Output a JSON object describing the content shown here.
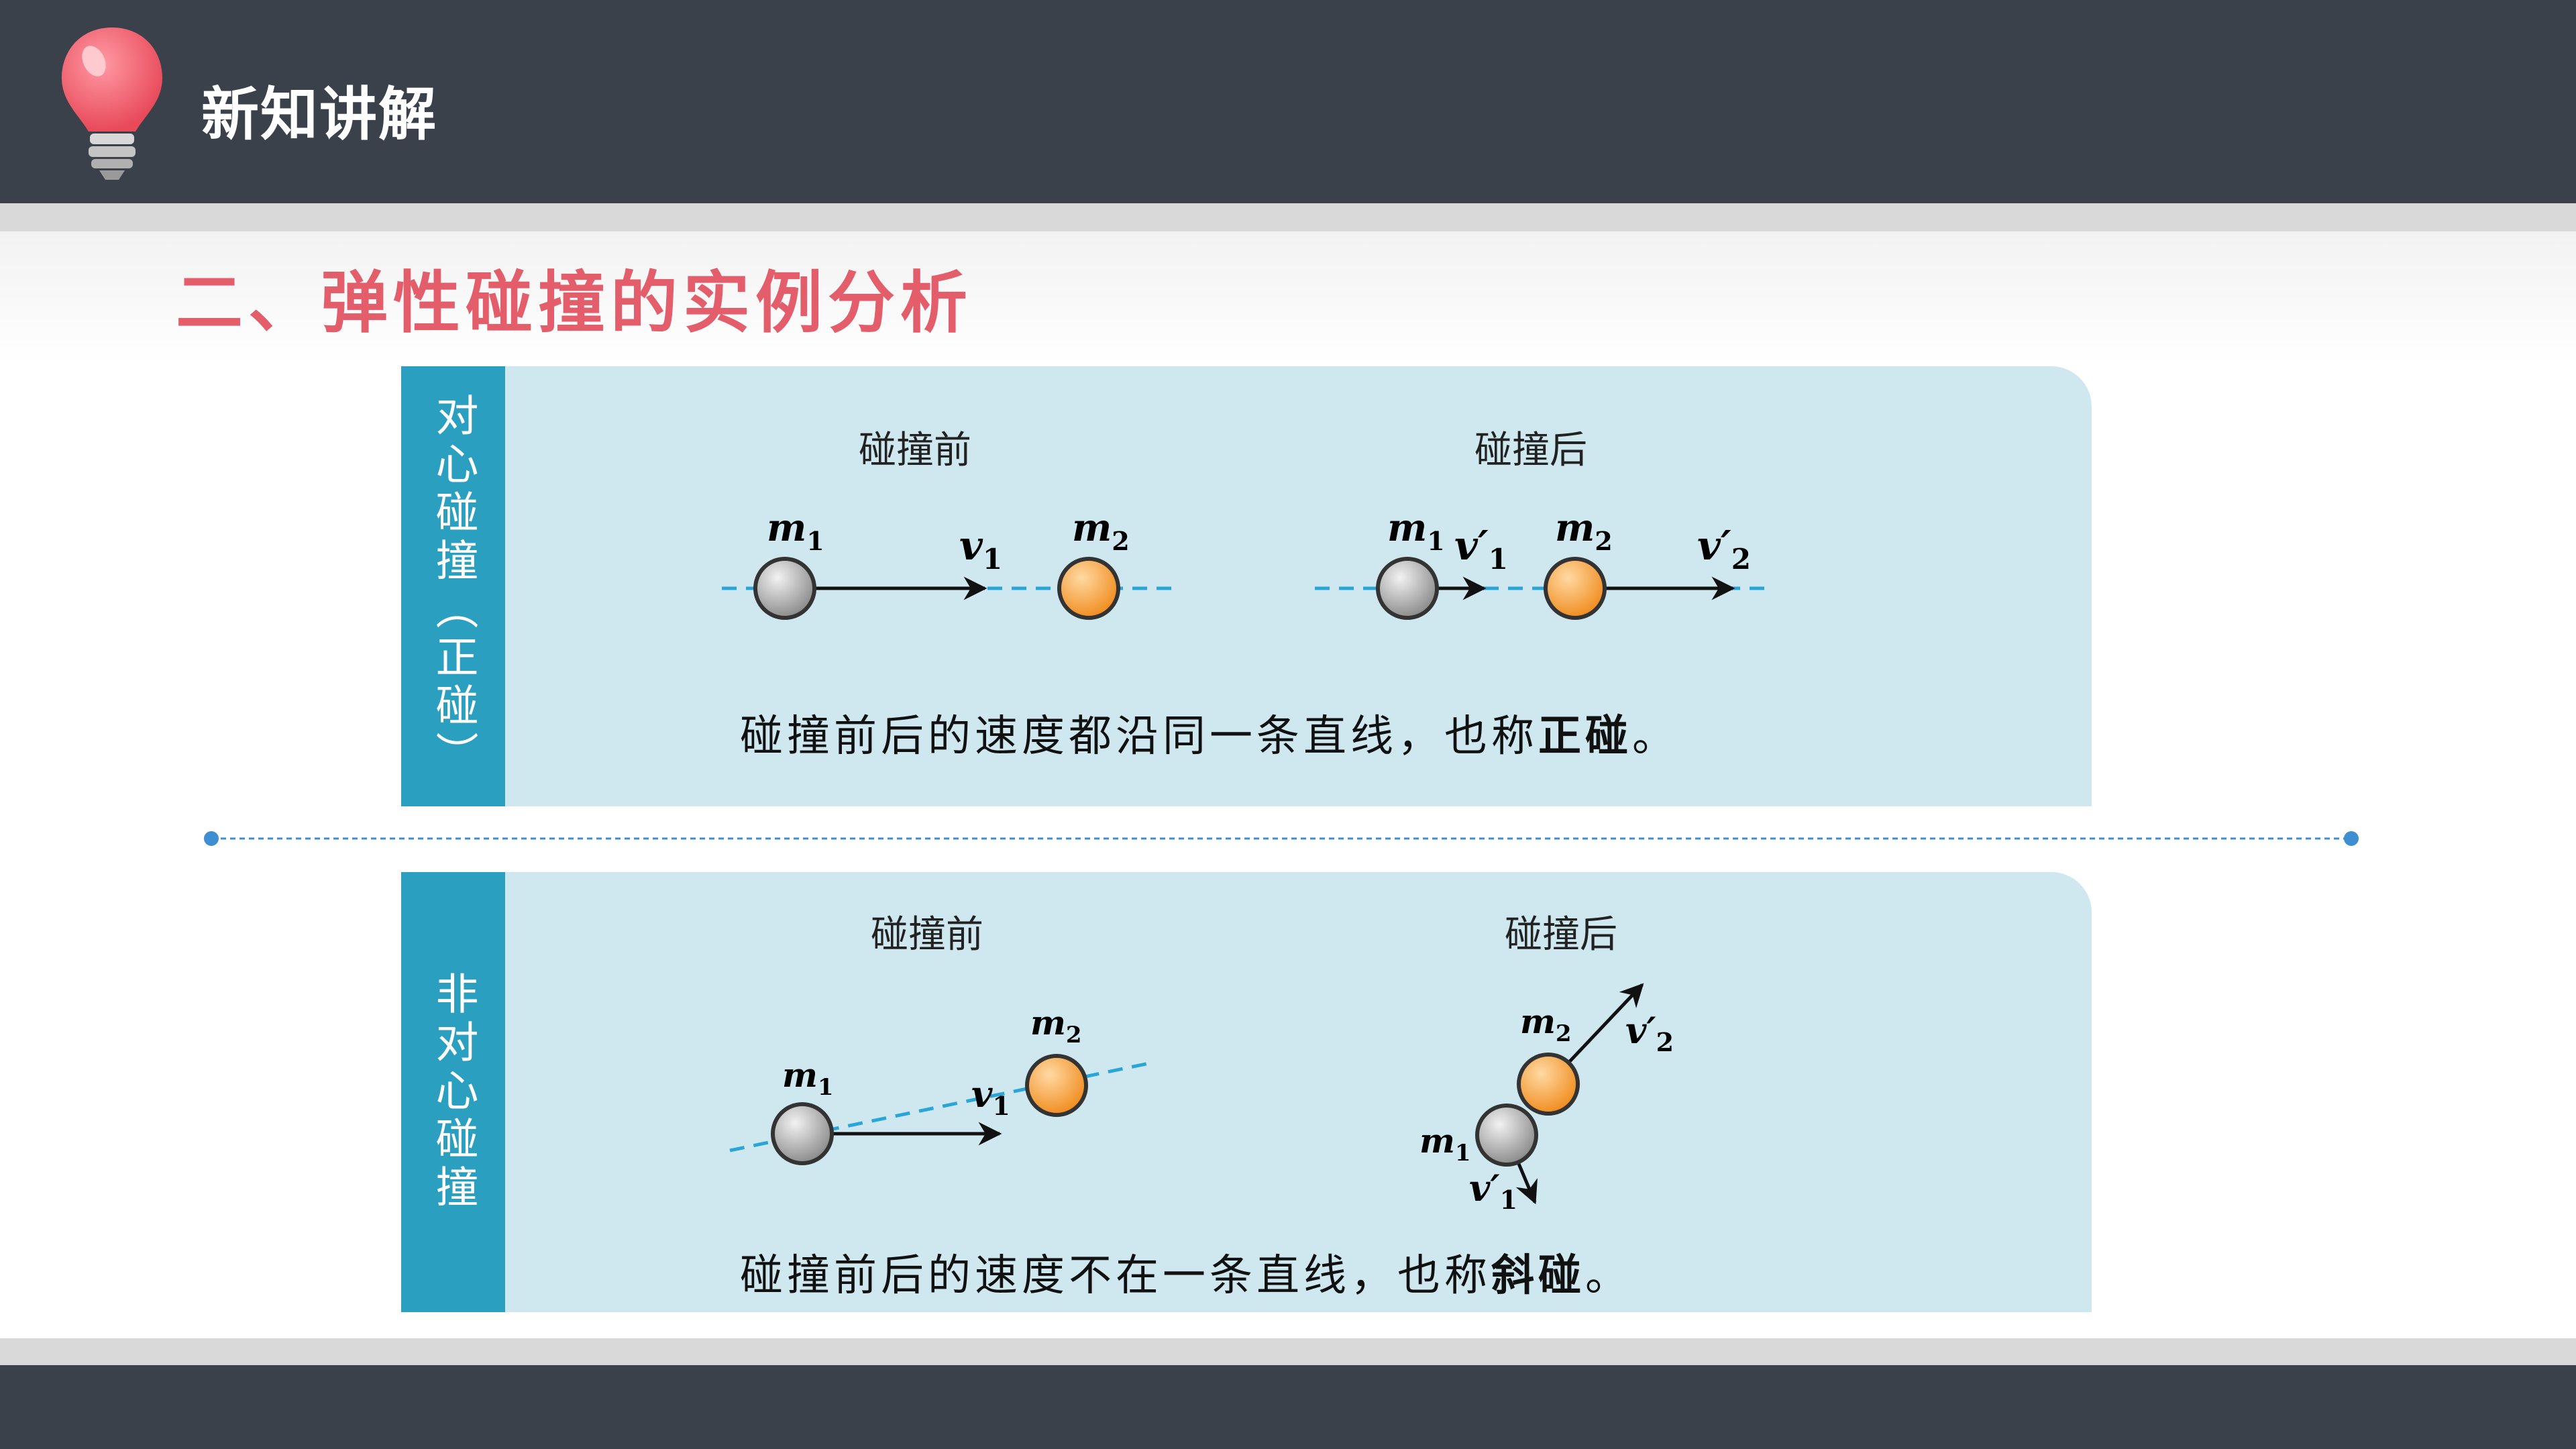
{
  "header": {
    "title": "新知讲解",
    "icon": "lightbulb-icon"
  },
  "section_title": "二、弹性碰撞的实例分析",
  "colors": {
    "header_bg": "#3b414b",
    "accent_red": "#e35d6a",
    "panel_bg": "#cfe8f0",
    "sidebar_bg": "#2b9fc0",
    "ball_gray": "#a8a8a8",
    "ball_orange": "#f5a142",
    "dash_line": "#2aa5d8"
  },
  "panel1": {
    "side_label": "对心碰撞（正碰）",
    "before_caption": "碰撞前",
    "after_caption": "碰撞后",
    "description_prefix": "碰撞前后的速度都沿同一条直线，也称",
    "description_term": "正碰",
    "description_suffix": "。",
    "labels": {
      "m1": "m",
      "m1_sub": "1",
      "m2": "m",
      "m2_sub": "2",
      "v1": "v",
      "v1_sub": "1",
      "v1p": "v′",
      "v1p_sub": "1",
      "v2p": "v′",
      "v2p_sub": "2"
    }
  },
  "panel2": {
    "side_label": "非对心碰撞",
    "before_caption": "碰撞前",
    "after_caption": "碰撞后",
    "description_prefix": "碰撞前后的速度不在一条直线，也称",
    "description_term": "斜碰",
    "description_suffix": "。",
    "labels": {
      "m1": "m",
      "m1_sub": "1",
      "m2": "m",
      "m2_sub": "2",
      "v1": "v",
      "v1_sub": "1",
      "v1p": "v′",
      "v1p_sub": "1",
      "v2p": "v′",
      "v2p_sub": "2"
    }
  }
}
